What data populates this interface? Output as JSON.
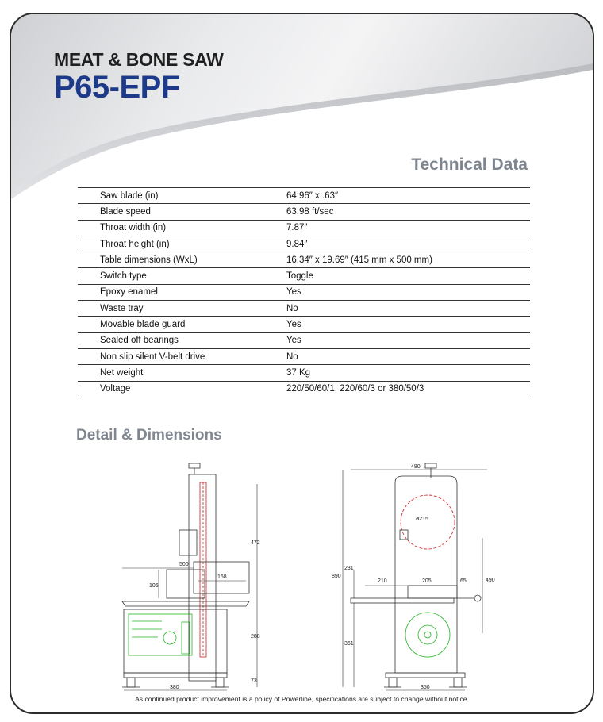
{
  "header": {
    "product_type": "MEAT & BONE SAW",
    "model": "P65-EPF"
  },
  "technical_data": {
    "heading": "Technical Data",
    "rows": [
      {
        "label": "Saw blade (in)",
        "value": "64.96″ x .63″"
      },
      {
        "label": "Blade speed",
        "value": "63.98 ft/sec"
      },
      {
        "label": "Throat width (in)",
        "value": "7.87″"
      },
      {
        "label": "Throat height (in)",
        "value": "9.84″"
      },
      {
        "label": "Table dimensions (WxL)",
        "value": "16.34″ x 19.69″ (415 mm x 500 mm)"
      },
      {
        "label": "Switch type",
        "value": "Toggle"
      },
      {
        "label": "Epoxy enamel",
        "value": "Yes"
      },
      {
        "label": "Waste tray",
        "value": "No"
      },
      {
        "label": "Movable blade guard",
        "value": "Yes"
      },
      {
        "label": "Sealed off bearings",
        "value": "Yes"
      },
      {
        "label": "Non slip silent V-belt drive",
        "value": "No"
      },
      {
        "label": "Net weight",
        "value": "37 Kg"
      },
      {
        "label": "Voltage",
        "value": "220/50/60/1, 220/60/3 or 380/50/3"
      }
    ]
  },
  "dimensions": {
    "heading": "Detail & Dimensions",
    "side_view": {
      "table_width": "500",
      "throat": "168",
      "table_thickness": "106",
      "upper_height": "472",
      "body_height": "288",
      "leg_height": "73",
      "base_width": "380"
    },
    "front_view": {
      "overall_width": "480",
      "wheel_diameter": "ø215",
      "overall_height": "890",
      "upper_height": "231",
      "lower_height": "361",
      "left_offset": "210",
      "center_width": "205",
      "right_offset": "65",
      "right_height": "490",
      "base_width": "350"
    }
  },
  "footer": {
    "note": "As continued product improvement is a policy of Powerline, specifications are subject to change without notice."
  },
  "colors": {
    "model_blue": "#1d3a8a",
    "heading_gray": "#7f8590",
    "wheel_red": "#cc2222",
    "motor_green": "#22b522"
  }
}
